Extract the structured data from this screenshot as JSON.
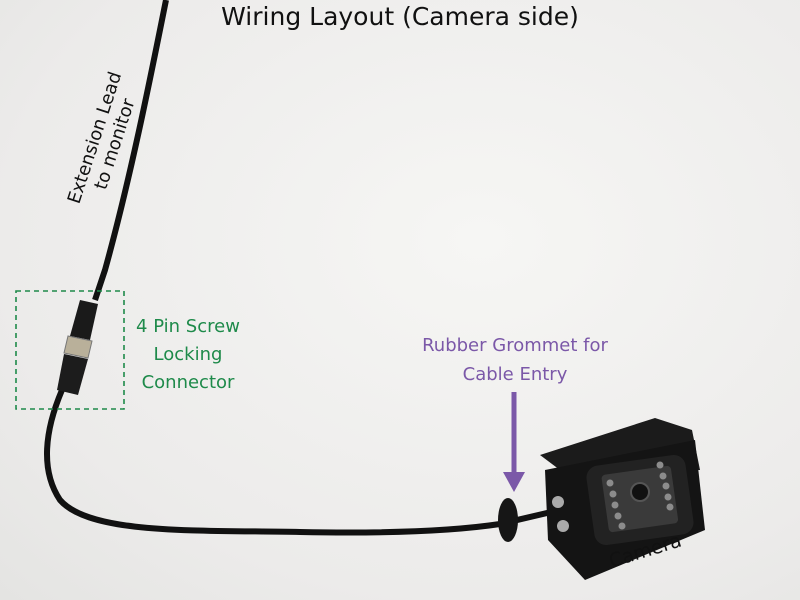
{
  "title": "Wiring Layout (Camera side)",
  "labels": {
    "extension_lead": [
      "Extension Lead",
      "to monitor"
    ],
    "connector": [
      "4 Pin Screw",
      "Locking",
      "Connector"
    ],
    "grommet": [
      "Rubber Grommet for",
      "Cable Entry"
    ],
    "camera": "Camera"
  },
  "colors": {
    "connector_annotation": "#1e8a4a",
    "grommet_annotation": "#7b58a8",
    "cable": "#111111"
  }
}
